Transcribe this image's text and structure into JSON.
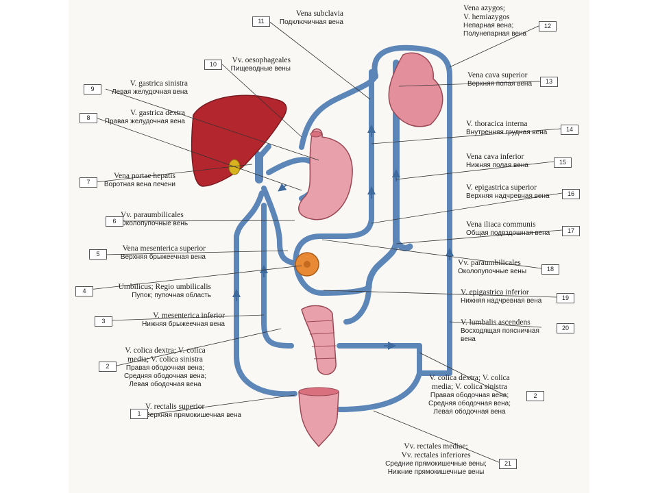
{
  "labels": [
    {
      "num": "1",
      "latin": "V. rectalis superior",
      "russian": "Верхняя прямокишечная вена"
    },
    {
      "num": "2",
      "latin": "V. colica dextra; V. colica\nmedia; V. colica sinistra",
      "russian": "Правая ободочная вена;\nСредняя ободочная вена;\nЛевая ободочная вена"
    },
    {
      "num": "3",
      "latin": "V. mesenterica inferior",
      "russian": "Нижняя брыжеечная вена"
    },
    {
      "num": "4",
      "latin": "Umbilicus; Regio umbilicalis",
      "russian": "Пупок; пупочная область"
    },
    {
      "num": "5",
      "latin": "Vena mesenterica superior",
      "russian": "Верхняя брыжеечная вена"
    },
    {
      "num": "6",
      "latin": "Vv. paraumbilicales",
      "russian": "Околопупочные вень"
    },
    {
      "num": "7",
      "latin": "Vena portae hepatis",
      "russian": "Воротная вена печени"
    },
    {
      "num": "8",
      "latin": "V. gastrica dextra",
      "russian": "Правая желудочная вена"
    },
    {
      "num": "9",
      "latin": "V. gastrica sinistra",
      "russian": "Левая желудочная вена"
    },
    {
      "num": "10",
      "latin": "Vv. oesophageales",
      "russian": "Пищеводные вены"
    },
    {
      "num": "11",
      "latin": "Vena subclavia",
      "russian": "Подключичная вена"
    },
    {
      "num": "12",
      "latin": "Vena azygos;\nV. hemiazygos",
      "russian": "Непарная вена;\nПолунепарная вена"
    },
    {
      "num": "13",
      "latin": "Vena cava superior",
      "russian": "Верхняя полая вена"
    },
    {
      "num": "14",
      "latin": "V. thoracica interna",
      "russian": "Внутренняя грудная вена"
    },
    {
      "num": "15",
      "latin": "Vena cava inferior",
      "russian": "Нижняя полая вена"
    },
    {
      "num": "16",
      "latin": "V. epigastrica superior",
      "russian": "Верхняя надчревная вена"
    },
    {
      "num": "17",
      "latin": "Vena iliaca communis",
      "russian": "Общая подвздошная вена"
    },
    {
      "num": "18",
      "latin": "Vv. paraumbilicales",
      "russian": "Околопупочные вены"
    },
    {
      "num": "19",
      "latin": "V. epigastrica inferior",
      "russian": "Нижняя надчревная вена"
    },
    {
      "num": "20",
      "latin": "V. lumbalis ascendens",
      "russian": "Восходящая поясничная\nвена"
    },
    {
      "num": "2",
      "latin": "V. colica dextra; V. colica\nmedia; V. colica sinistra",
      "russian": "Правая ободочная вена;\nСредняя ободочная вена;\nЛевая ободочная вена"
    },
    {
      "num": "21",
      "latin": "Vv. rectales mediae;\nVv. rectales inferiores",
      "russian": "Средние прямокишечные вены;\nНижние прямокишечные вены"
    }
  ],
  "colors": {
    "vein": "#5c86b8",
    "vein_stroke": "#3f6a9e",
    "liver": "#b3262e",
    "gallbladder": "#d8b21f",
    "organ_pink": "#e8a0aa",
    "organ_stroke": "#9a4855",
    "umbilicus": "#e88a35",
    "heart": "#e4909c",
    "leader": "#333333"
  }
}
